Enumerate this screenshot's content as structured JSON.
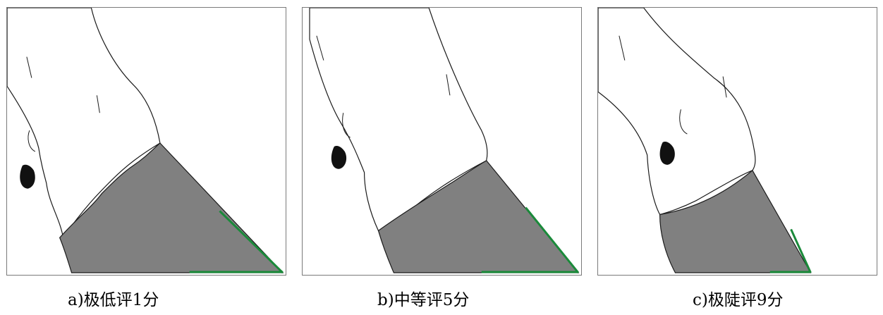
{
  "figure": {
    "panels": [
      {
        "caption": "a)极低评1分"
      },
      {
        "caption": "b)中等评5分"
      },
      {
        "caption": "c)极陡评9分"
      }
    ]
  },
  "colors": {
    "hoof": "#808080",
    "angle_line": "#1a8a3a",
    "outline": "#1a1a1a",
    "dewclaw": "#111111",
    "border": "#7a7a7a"
  }
}
